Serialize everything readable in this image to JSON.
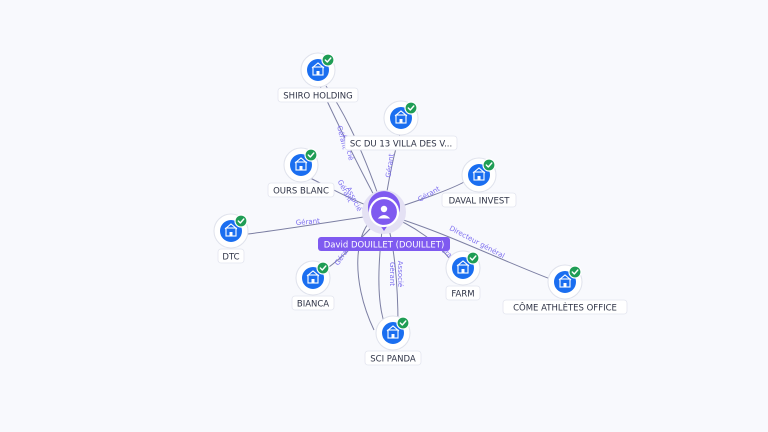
{
  "center": {
    "label": "David DOUILLET (DOUILLET)",
    "icon": "person-icon",
    "color": "#7f5af0"
  },
  "colors": {
    "node": "#1a6ef0",
    "check": "#1f9d55",
    "edge": "#7c7fa3",
    "edge_label": "#7b6cf0"
  },
  "nodes": [
    {
      "id": "shiro",
      "label": "SHIRO HOLDING",
      "icon": "building-icon",
      "verified": true
    },
    {
      "id": "sc13",
      "label": "SC DU 13 VILLA DES V...",
      "icon": "building-icon",
      "verified": true
    },
    {
      "id": "ours",
      "label": "OURS BLANC",
      "icon": "building-icon",
      "verified": true
    },
    {
      "id": "daval",
      "label": "DAVAL INVEST",
      "icon": "building-icon",
      "verified": true
    },
    {
      "id": "dtc",
      "label": "DTC",
      "icon": "building-icon",
      "verified": true
    },
    {
      "id": "farm",
      "label": "FARM",
      "icon": "building-icon",
      "verified": true
    },
    {
      "id": "come",
      "label": "CÔME ATHLÈTES OFFICE",
      "icon": "building-icon",
      "verified": true
    },
    {
      "id": "bianca",
      "label": "BIANCA",
      "icon": "building-icon",
      "verified": true
    },
    {
      "id": "panda",
      "label": "SCI PANDA",
      "icon": "building-icon",
      "verified": true
    }
  ],
  "edges": [
    {
      "to": "shiro",
      "labels": [
        "Gérant",
        "Associé"
      ]
    },
    {
      "to": "sc13",
      "labels": [
        "Gérant"
      ]
    },
    {
      "to": "ours",
      "labels": [
        "Gérant",
        "Associé"
      ]
    },
    {
      "to": "daval",
      "labels": [
        "Gérant"
      ]
    },
    {
      "to": "dtc",
      "labels": [
        "Gérant"
      ]
    },
    {
      "to": "farm",
      "labels": [
        "Gérant"
      ]
    },
    {
      "to": "come",
      "labels": [
        "Directeur général"
      ]
    },
    {
      "to": "bianca",
      "labels": [
        "Gérant"
      ]
    },
    {
      "to": "panda",
      "labels": [
        "Gérant",
        "Associé"
      ]
    }
  ]
}
